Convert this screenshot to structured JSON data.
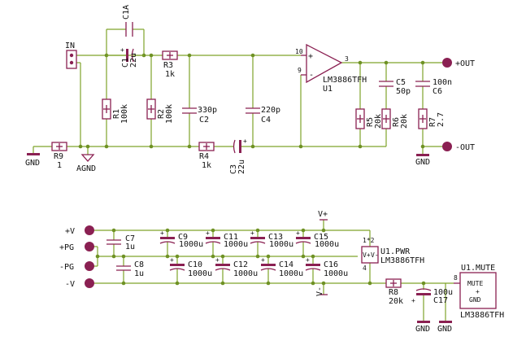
{
  "colors": {
    "wire": "#7fa32a",
    "part": "#8a2052",
    "junction": "#6e9124",
    "text": "#111111",
    "background": "#ffffff"
  },
  "connector_in": "IN",
  "ports": {
    "plus_out": "+OUT",
    "minus_out": "-OUT",
    "plus_v": "+V",
    "plus_pg": "+PG",
    "minus_pg": "-PG",
    "minus_v": "-V"
  },
  "grounds": {
    "gnd": "GND",
    "agnd": "AGND"
  },
  "supplies": {
    "vplus": "V+",
    "vminus": "V-"
  },
  "opamp": {
    "name": "U1",
    "part": "LM3886TFH",
    "pin_noninv": "10",
    "pin_inv": "9",
    "pin_out": "3",
    "plus_sign": "+",
    "minus_sign": "-"
  },
  "power_unit": {
    "name": "U1.PWR",
    "part": "LM3886TFH",
    "pin_top": "1*2",
    "pin_bottom": "4",
    "vplus": "V+",
    "vminus": "V-"
  },
  "mute_unit": {
    "name": "U1.MUTE",
    "part": "LM3886TFH",
    "pin": "8",
    "label_mute": "MUTE",
    "label_plus": "+",
    "label_gnd": "GND"
  },
  "components": {
    "c1a": {
      "name": "C1A",
      "value": ""
    },
    "c1": {
      "name": "C1",
      "value": "22u"
    },
    "r3": {
      "name": "R3",
      "value": "1k"
    },
    "r1": {
      "name": "R1",
      "value": "100k"
    },
    "r2": {
      "name": "R2",
      "value": "100k"
    },
    "c2": {
      "name": "C2",
      "value": "330p"
    },
    "c4": {
      "name": "C4",
      "value": "220p"
    },
    "r9": {
      "name": "R9",
      "value": "1"
    },
    "r4": {
      "name": "R4",
      "value": "1k"
    },
    "c3": {
      "name": "C3",
      "value": "22u"
    },
    "c5": {
      "name": "C5",
      "value": "50p"
    },
    "c6": {
      "name": "C6",
      "value": "100n"
    },
    "r5": {
      "name": "R5",
      "value": "20k"
    },
    "r6": {
      "name": "R6",
      "value": "20k"
    },
    "r7": {
      "name": "R7",
      "value": "2.7"
    },
    "c7": {
      "name": "C7",
      "value": "1u"
    },
    "c8": {
      "name": "C8",
      "value": "1u"
    },
    "c9": {
      "name": "C9",
      "value": "1000u"
    },
    "c10": {
      "name": "C10",
      "value": "1000u"
    },
    "c11": {
      "name": "C11",
      "value": "1000u"
    },
    "c12": {
      "name": "C12",
      "value": "1000u"
    },
    "c13": {
      "name": "C13",
      "value": "1000u"
    },
    "c14": {
      "name": "C14",
      "value": "1000u"
    },
    "c15": {
      "name": "C15",
      "value": "1000u"
    },
    "c16": {
      "name": "C16",
      "value": "1000u"
    },
    "r8": {
      "name": "R8",
      "value": "20k"
    },
    "c17": {
      "name": "C17",
      "value": "100u"
    }
  }
}
